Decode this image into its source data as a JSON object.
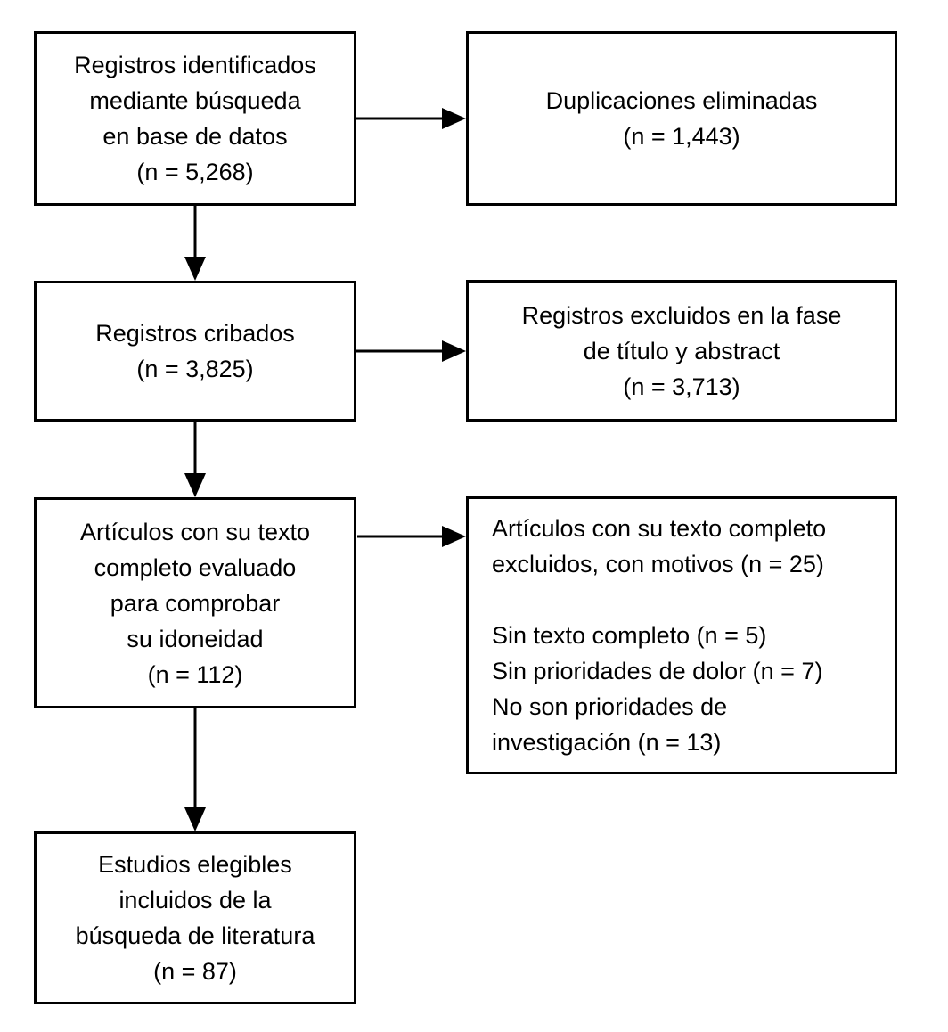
{
  "flow": {
    "boxes": [
      {
        "name": "records-identified",
        "lines": [
          "Registros identificados",
          "mediante búsqueda",
          "en base de datos",
          "(n = 5,268)"
        ]
      },
      {
        "name": "duplicates-removed",
        "lines": [
          "Duplicaciones eliminadas",
          "(n = 1,443)"
        ]
      },
      {
        "name": "records-screened",
        "lines": [
          "Registros cribados",
          "(n = 3,825)"
        ]
      },
      {
        "name": "records-excluded-title-abstract",
        "lines": [
          "Registros excluidos en la fase",
          "de título y abstract",
          "(n = 3,713)"
        ]
      },
      {
        "name": "fulltext-assessed",
        "lines": [
          "Artículos con su texto",
          "completo evaluado",
          "para comprobar",
          "su idoneidad",
          "(n = 112)"
        ]
      },
      {
        "name": "fulltext-excluded",
        "lines": [
          "Artículos con su texto completo",
          "excluidos, con motivos (n = 25)",
          "",
          "Sin texto completo (n = 5)",
          "Sin prioridades de dolor (n = 7)",
          "No son prioridades de",
          "investigación (n = 13)"
        ]
      },
      {
        "name": "studies-included",
        "lines": [
          "Estudios elegibles",
          "incluidos de la",
          "búsqueda de literatura",
          "(n = 87)"
        ]
      }
    ],
    "connections": [
      {
        "from": "records-identified",
        "to": "duplicates-removed"
      },
      {
        "from": "records-identified",
        "to": "records-screened"
      },
      {
        "from": "records-screened",
        "to": "records-excluded-title-abstract"
      },
      {
        "from": "records-screened",
        "to": "fulltext-assessed"
      },
      {
        "from": "fulltext-assessed",
        "to": "fulltext-excluded"
      },
      {
        "from": "fulltext-assessed",
        "to": "studies-included"
      }
    ],
    "colors": {
      "box_border": "#000000",
      "background": "#ffffff",
      "text": "#000000",
      "arrow": "#000000"
    }
  }
}
